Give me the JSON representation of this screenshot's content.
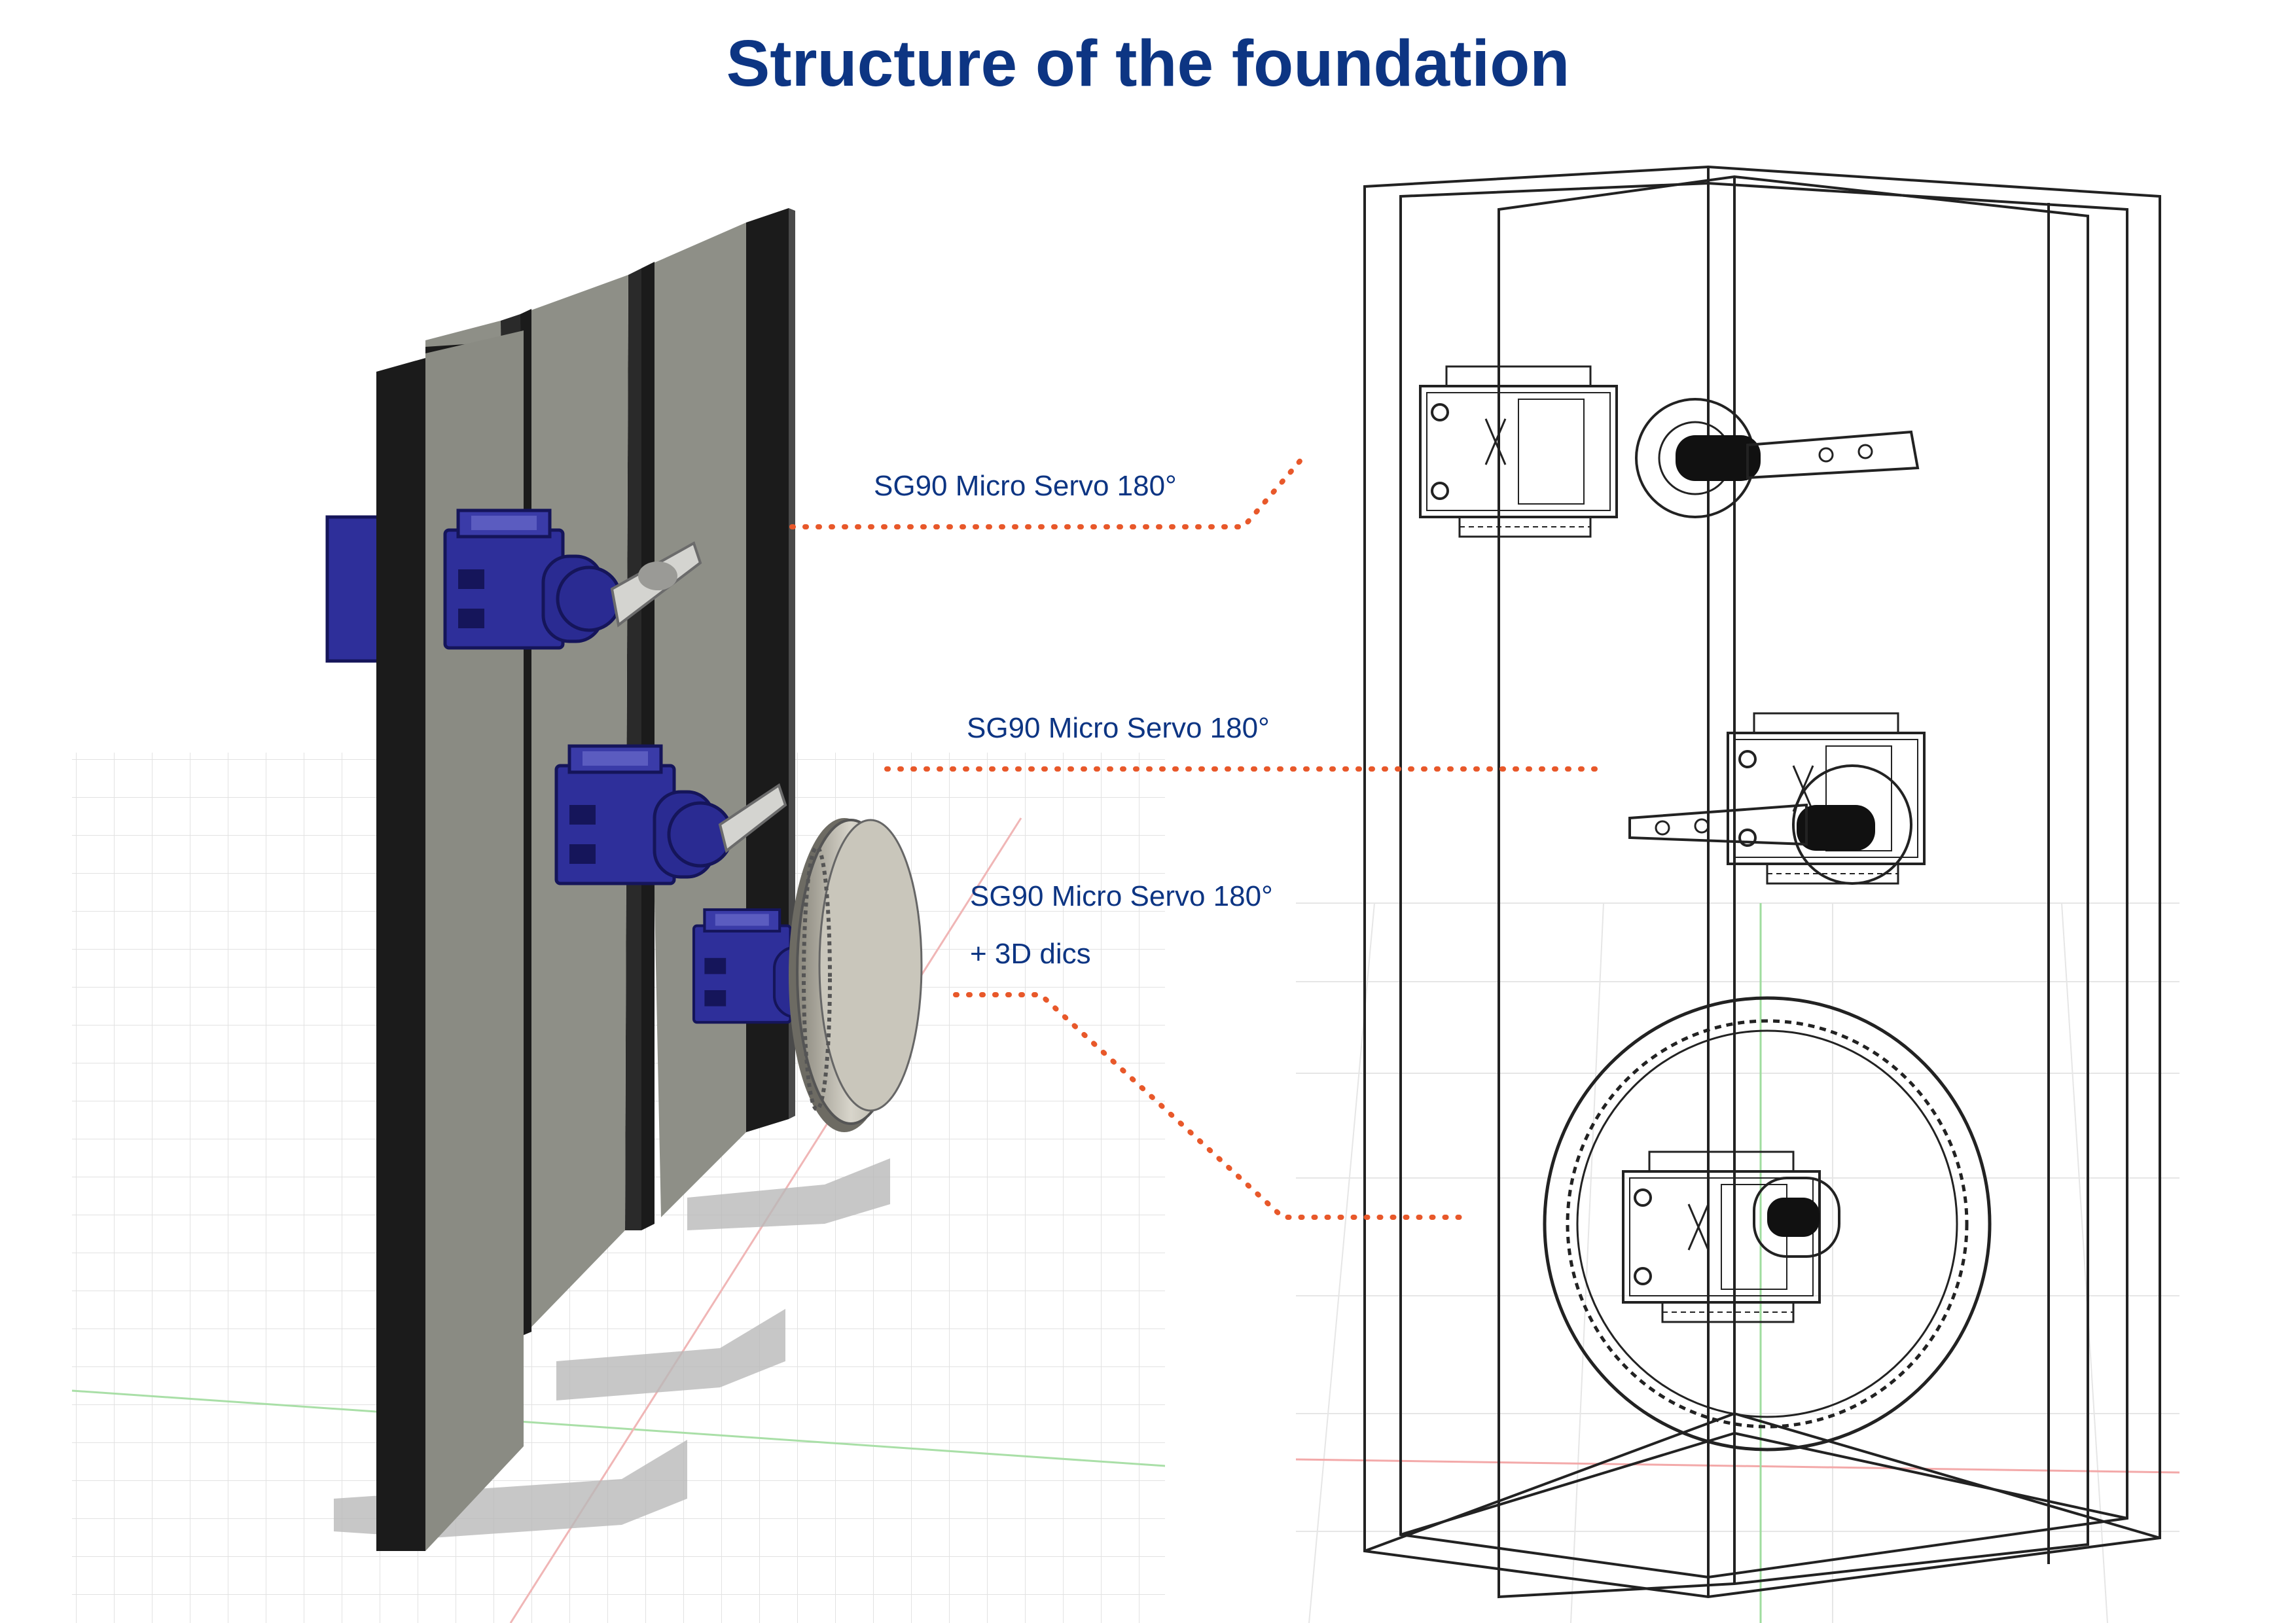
{
  "title": "Structure of the foundation",
  "callouts": [
    {
      "label": "SG90 Micro Servo 180°"
    },
    {
      "label": "SG90 Micro Servo 180°"
    },
    {
      "label": "SG90 Micro Servo 180°",
      "sublabel": "+ 3D dics"
    }
  ],
  "colors": {
    "title": "#0d3583",
    "callout_text": "#0d3583",
    "leader_line": "#e8582a",
    "servo": "#2e2f9a",
    "panel": "#8e8f87",
    "panel_edge": "#1b1b1b",
    "horn": "#d4d4d0",
    "disc": "#bdbab0",
    "wireframe": "#222222"
  }
}
